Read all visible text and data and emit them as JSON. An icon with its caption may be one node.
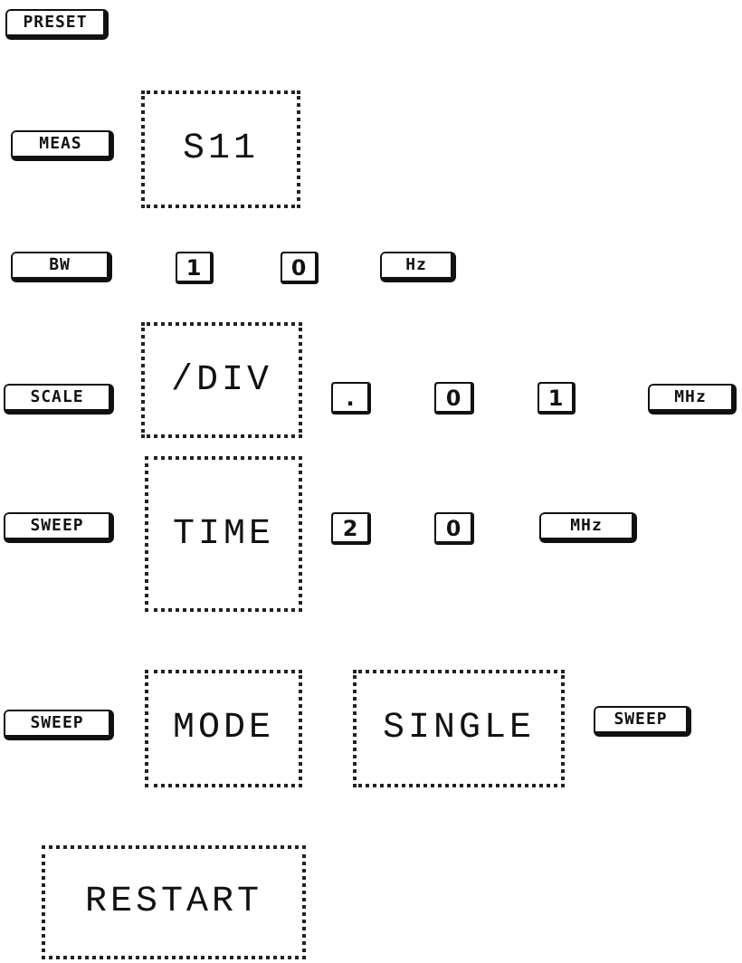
{
  "diagram": {
    "nodes": [
      {
        "text": [
          "PRESET"
        ]
      },
      {
        "text": [
          "MEAS"
        ]
      },
      {
        "text": [
          "S11"
        ]
      },
      {
        "text": [
          "BW"
        ]
      },
      {
        "text": [
          "1"
        ]
      },
      {
        "text": [
          "0"
        ]
      },
      {
        "text": [
          "Hz"
        ]
      },
      {
        "text": [
          "SCALE"
        ]
      },
      {
        "text": [
          "/DIV"
        ]
      },
      {
        "text": [
          "."
        ]
      },
      {
        "text": [
          "0"
        ]
      },
      {
        "text": [
          "1"
        ]
      },
      {
        "text": [
          "MHz"
        ]
      },
      {
        "text": [
          "SWEEP"
        ]
      },
      {
        "text": [
          "TIME"
        ]
      },
      {
        "text": [
          "2"
        ]
      },
      {
        "text": [
          "0"
        ]
      },
      {
        "text": [
          "MHz"
        ]
      },
      {
        "text": [
          "SWEEP"
        ]
      },
      {
        "text": [
          "MODE"
        ]
      },
      {
        "text": [
          "SINGLE"
        ]
      },
      {
        "text": [
          "SWEEP"
        ]
      },
      {
        "text": [
          "RESTART"
        ]
      }
    ]
  }
}
